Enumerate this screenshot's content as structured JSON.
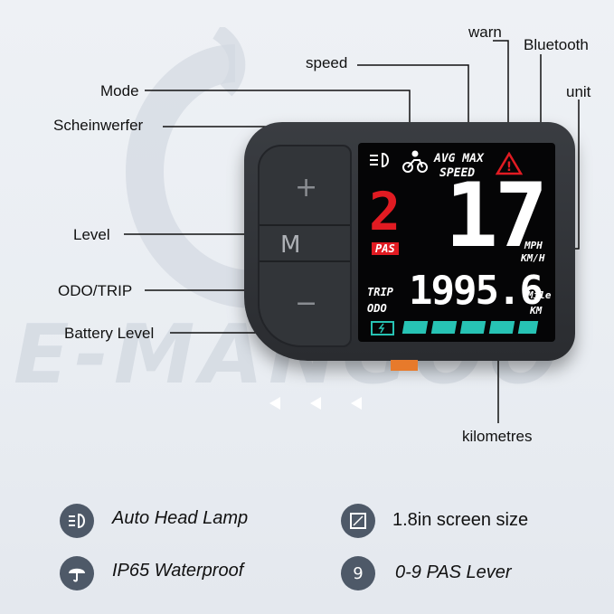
{
  "watermark": "E-MANGOO",
  "callouts": {
    "warn": "warn",
    "bluetooth": "Bluetooth",
    "speed": "speed",
    "unit": "unit",
    "mode": "Mode",
    "scheinwerfer": "Scheinwerfer",
    "level": "Level",
    "odo_trip": "ODO/TRIP",
    "battery_level": "Battery Level",
    "kilometres": "kilometres"
  },
  "device": {
    "buttons": {
      "plus": "+",
      "mode": "M",
      "minus": "−"
    }
  },
  "display": {
    "avg_max": "AVG MAX",
    "speed_label": "SPEED",
    "pas_value": "2",
    "pas_label": "PAS",
    "speed_value": "17",
    "unit_mph": "MPH",
    "unit_kmh": "KM/H",
    "trip_label": "TRIP",
    "odo_label": "ODO",
    "distance_value": "1995.6",
    "unit_mile": "Mile",
    "unit_km": "KM",
    "battery_bars": 5,
    "colors": {
      "pas": "#e11b22",
      "battery": "#27c3b4",
      "warn": "#e11b22"
    }
  },
  "features": [
    {
      "icon": "headlamp-icon",
      "label": "Auto Head Lamp"
    },
    {
      "icon": "screen-size-icon",
      "label": "1.8in  screen size"
    },
    {
      "icon": "umbrella-icon",
      "label": "IP65 Waterproof"
    },
    {
      "icon": "pas-nine-icon",
      "label": "0-9 PAS Lever",
      "glyph": "9"
    }
  ]
}
